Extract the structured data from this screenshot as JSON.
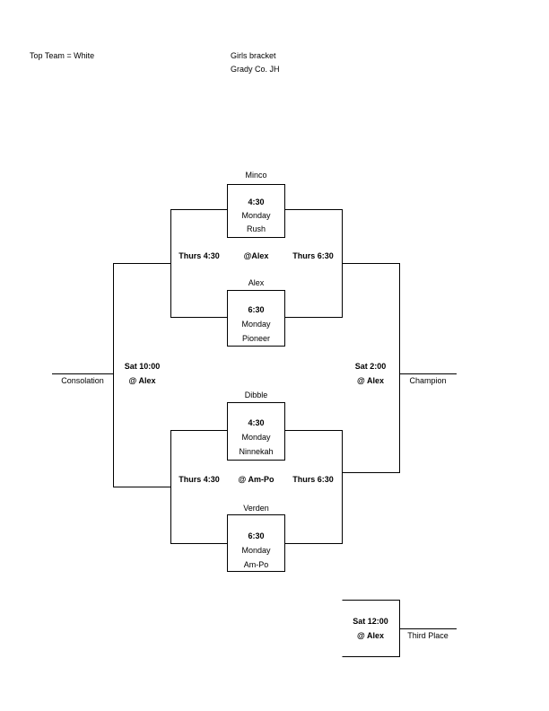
{
  "header": {
    "legend": "Top Team = White",
    "bracket_name": "Girls bracket",
    "organization": "Grady Co. JH"
  },
  "top_half": {
    "game1": {
      "top_team": "Minco",
      "time": "4:30",
      "day": "Monday",
      "bottom_team": "Rush"
    },
    "game2": {
      "top_team": "Alex",
      "time": "6:30",
      "day": "Monday",
      "bottom_team": "Pioneer"
    },
    "semi_left": "Thurs 4:30",
    "semi_site": "@Alex",
    "semi_right": "Thurs 6:30"
  },
  "bottom_half": {
    "game3": {
      "top_team": "Dibble",
      "time": "4:30",
      "day": "Monday",
      "bottom_team": "Ninnekah"
    },
    "game4": {
      "top_team": "Verden",
      "time": "6:30",
      "day": "Monday",
      "bottom_team": "Am-Po"
    },
    "semi_left": "Thurs 4:30",
    "semi_site": "@ Am-Po",
    "semi_right": "Thurs 6:30"
  },
  "consolation": {
    "time": "Sat 10:00",
    "site": "@ Alex",
    "label": "Consolation"
  },
  "championship": {
    "time": "Sat 2:00",
    "site": "@ Alex",
    "label": "Champion"
  },
  "third_place": {
    "time": "Sat 12:00",
    "site": "@ Alex",
    "label": "Third Place"
  }
}
